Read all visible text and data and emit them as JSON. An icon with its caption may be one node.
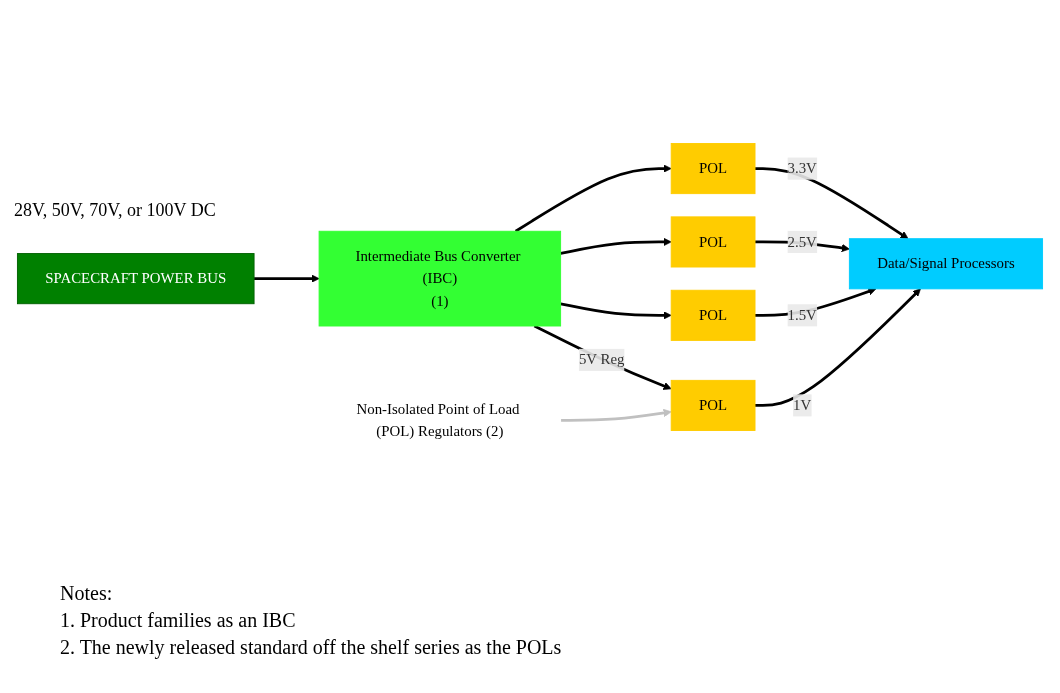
{
  "diagram": {
    "nodes": [
      {
        "text": [
          "SPACECRAFT POWER BUS"
        ]
      },
      {
        "text": [
          "Intermediate Bus Converter (IBC)",
          "(1)"
        ]
      },
      {
        "text": [
          "Non-Isolated Point of Load (POL) Regulators (2)"
        ]
      },
      {
        "text": [
          "POL"
        ]
      },
      {
        "text": [
          "POL"
        ]
      },
      {
        "text": [
          "POL"
        ]
      },
      {
        "text": [
          "POL"
        ]
      },
      {
        "text": [
          "Data/Signal Processors"
        ]
      }
    ],
    "edges": [
      {
        "from": 0,
        "to": 1,
        "arrow": "to"
      },
      {
        "from": 1,
        "to": 3,
        "arrow": "to",
        "label": "5V Reg"
      },
      {
        "from": 1,
        "to": 4,
        "arrow": "to"
      },
      {
        "from": 1,
        "to": 5,
        "arrow": "to"
      },
      {
        "from": 1,
        "to": 6,
        "arrow": "to"
      },
      {
        "from": 2,
        "to": 3,
        "arrow": "to",
        "color": "#c0c0c0"
      },
      {
        "from": 3,
        "to": 7,
        "arrow": "to",
        "label": "1V"
      },
      {
        "from": 4,
        "to": 7,
        "arrow": "to",
        "label": "1.5V"
      },
      {
        "from": 5,
        "to": 7,
        "arrow": "to",
        "label": "2.5V"
      },
      {
        "from": 6,
        "to": 7,
        "arrow": "to",
        "label": "3.3V"
      }
    ],
    "labels": [
      "28V, 50V, 70V, or 100V DC",
      "Notes:",
      "1. Product families as an IBC",
      "2. The newly released standard off the shelf series as the POLs"
    ]
  }
}
